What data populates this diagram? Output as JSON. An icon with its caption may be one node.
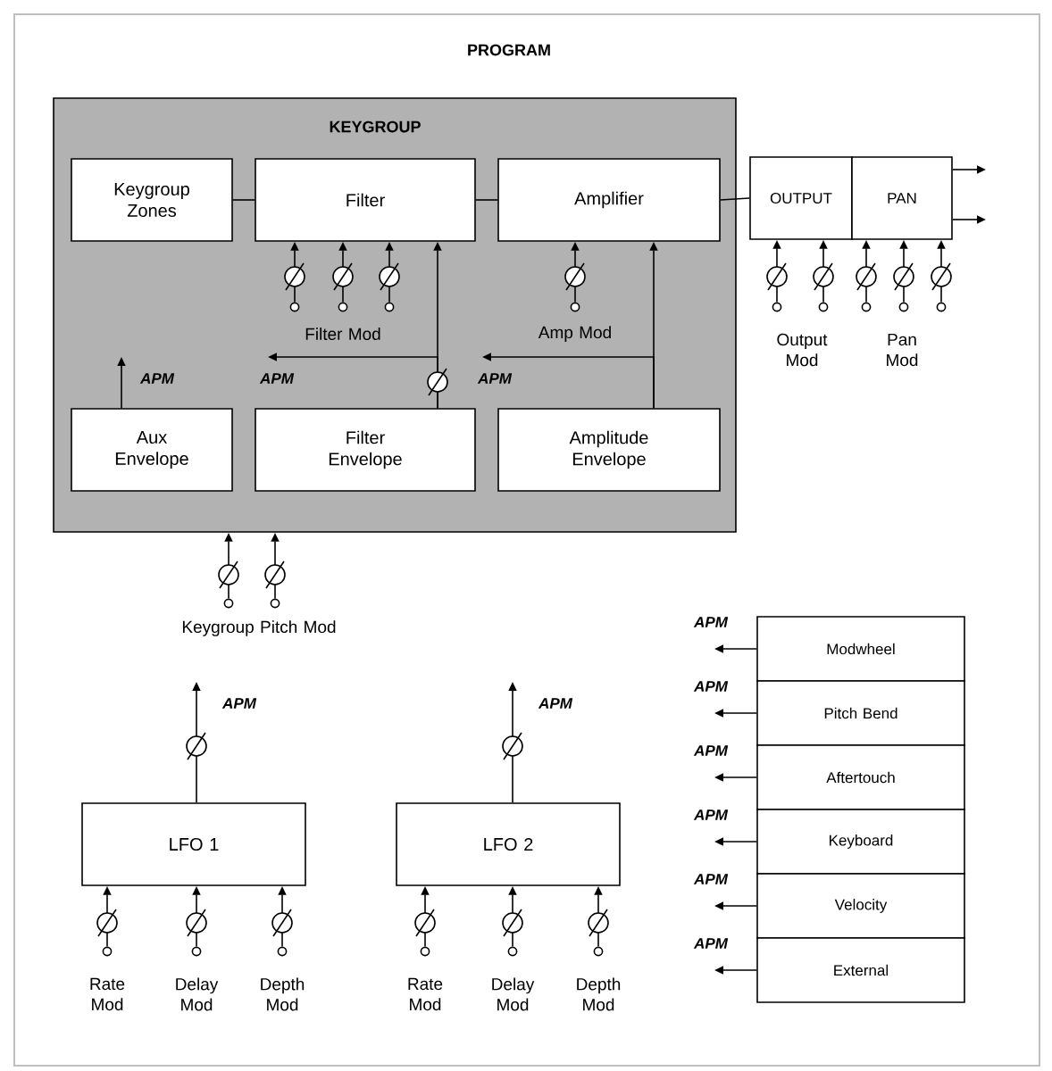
{
  "diagram": {
    "title": "PROGRAM",
    "nodes": [
      {
        "text": [
          "KEYGROUP"
        ]
      },
      {
        "text": [
          "Keygroup Zones"
        ],
        "in": 0
      },
      {
        "text": [
          "Filter"
        ],
        "in": 0
      },
      {
        "text": [
          "Amplifier"
        ],
        "in": 0
      },
      {
        "text": [
          "Aux Envelope"
        ],
        "in": 0
      },
      {
        "text": [
          "Filter Envelope"
        ],
        "in": 0
      },
      {
        "text": [
          "Amplitude Envelope"
        ],
        "in": 0
      },
      {
        "text": [
          "OUTPUT"
        ]
      },
      {
        "text": [
          "PAN"
        ]
      },
      {
        "text": [
          "LFO 1"
        ]
      },
      {
        "text": [
          "LFO 2"
        ]
      },
      {
        "text": [
          "Modwheel"
        ]
      },
      {
        "text": [
          "Pitch Bend"
        ]
      },
      {
        "text": [
          "Aftertouch"
        ]
      },
      {
        "text": [
          "Keyboard"
        ]
      },
      {
        "text": [
          "Velocity"
        ]
      },
      {
        "text": [
          "External"
        ]
      },
      {
        "text": [],
        "shape": "circle",
        "in": 0
      },
      {
        "text": [],
        "shape": "circle",
        "in": 0
      },
      {
        "text": [],
        "shape": "circle",
        "in": 0
      },
      {
        "text": [],
        "shape": "circle",
        "in": 0
      },
      {
        "text": [],
        "shape": "circle"
      },
      {
        "text": [],
        "shape": "circle"
      },
      {
        "text": [],
        "shape": "circle"
      },
      {
        "text": [],
        "shape": "circle"
      },
      {
        "text": [],
        "shape": "circle"
      },
      {
        "text": [],
        "shape": "circle"
      },
      {
        "text": [],
        "shape": "circle"
      },
      {
        "text": [],
        "shape": "circle"
      },
      {
        "text": [],
        "shape": "circle"
      },
      {
        "text": [],
        "shape": "circle"
      },
      {
        "text": [],
        "shape": "circle"
      },
      {
        "text": [],
        "shape": "circle"
      },
      {
        "text": [],
        "shape": "circle"
      }
    ],
    "edges": [
      {
        "from": 1,
        "to": 2,
        "arrow": "none"
      },
      {
        "from": 2,
        "to": 3,
        "arrow": "none"
      },
      {
        "from": 3,
        "to": 7,
        "arrow": "none"
      },
      {
        "from": 8,
        "to": null,
        "arrow": "to"
      },
      {
        "from": 8,
        "to": null,
        "arrow": "to"
      },
      {
        "from": 17,
        "to": 2,
        "arrow": "to"
      },
      {
        "from": 18,
        "to": 2,
        "arrow": "to"
      },
      {
        "from": 19,
        "to": 2,
        "arrow": "to"
      },
      {
        "from": 5,
        "to": 2,
        "arrow": "to"
      },
      {
        "from": 5,
        "to": null,
        "arrow": "to",
        "label": "APM"
      },
      {
        "from": 20,
        "to": 3,
        "arrow": "to"
      },
      {
        "from": 6,
        "to": 3,
        "arrow": "to"
      },
      {
        "from": 6,
        "to": null,
        "arrow": "to",
        "label": "APM"
      },
      {
        "from": 4,
        "to": null,
        "arrow": "to",
        "label": "APM"
      },
      {
        "from": 21,
        "to": 7,
        "arrow": "to"
      },
      {
        "from": 22,
        "to": 7,
        "arrow": "to"
      },
      {
        "from": 23,
        "to": 8,
        "arrow": "to"
      },
      {
        "from": 24,
        "to": 8,
        "arrow": "to"
      },
      {
        "from": 25,
        "to": 8,
        "arrow": "to"
      },
      {
        "from": 26,
        "to": 0,
        "arrow": "to"
      },
      {
        "from": 27,
        "to": 0,
        "arrow": "to"
      },
      {
        "from": 9,
        "to": null,
        "arrow": "to",
        "label": "APM"
      },
      {
        "from": 10,
        "to": null,
        "arrow": "to",
        "label": "APM"
      },
      {
        "from": 28,
        "to": 9,
        "arrow": "to"
      },
      {
        "from": 29,
        "to": 9,
        "arrow": "to"
      },
      {
        "from": 30,
        "to": 9,
        "arrow": "to"
      },
      {
        "from": 31,
        "to": 10,
        "arrow": "to"
      },
      {
        "from": 32,
        "to": 10,
        "arrow": "to"
      },
      {
        "from": 33,
        "to": 10,
        "arrow": "to"
      },
      {
        "from": 11,
        "to": null,
        "arrow": "to",
        "label": "APM"
      },
      {
        "from": 12,
        "to": null,
        "arrow": "to",
        "label": "APM"
      },
      {
        "from": 13,
        "to": null,
        "arrow": "to",
        "label": "APM"
      },
      {
        "from": 14,
        "to": null,
        "arrow": "to",
        "label": "APM"
      },
      {
        "from": 15,
        "to": null,
        "arrow": "to",
        "label": "APM"
      },
      {
        "from": 16,
        "to": null,
        "arrow": "to",
        "label": "APM"
      }
    ],
    "labels": [
      "Filter Mod",
      "Amp Mod",
      "Output Mod",
      "Pan Mod",
      "Keygroup Pitch Mod",
      "Rate Mod",
      "Delay Mod",
      "Depth Mod",
      "Rate Mod",
      "Delay Mod",
      "Depth Mod"
    ]
  }
}
